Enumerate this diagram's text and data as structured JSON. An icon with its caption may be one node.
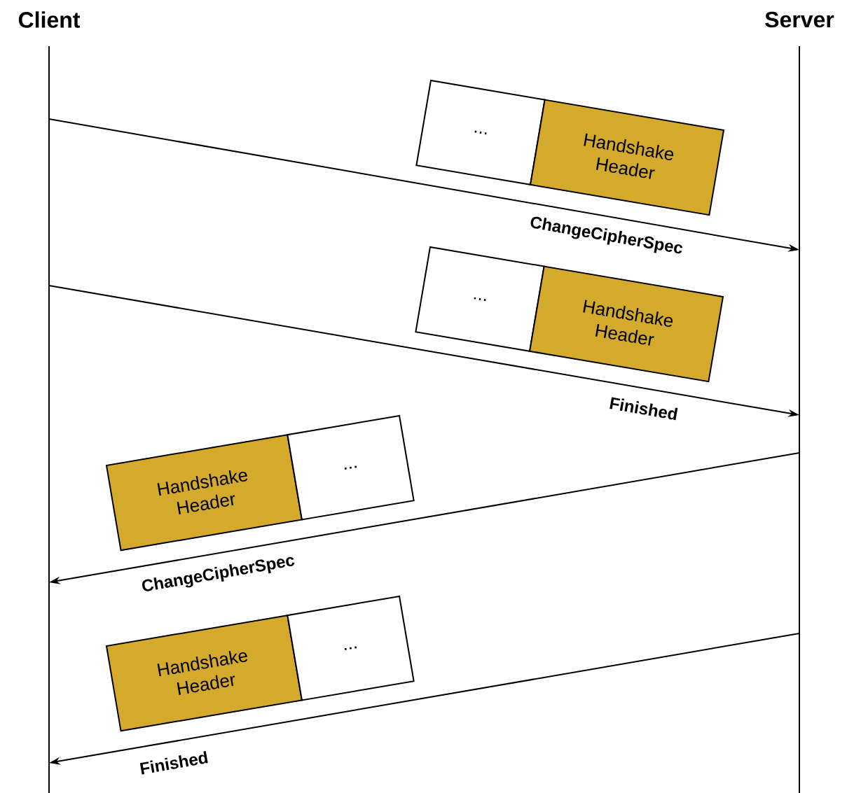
{
  "diagram": {
    "nodes": [
      {
        "text": [
          "Client"
        ]
      },
      {
        "text": [
          "Server"
        ]
      },
      {
        "text": [
          "..."
        ]
      },
      {
        "text": [
          "Handshake Header"
        ]
      },
      {
        "text": [
          "..."
        ]
      },
      {
        "text": [
          "Handshake Header"
        ]
      },
      {
        "text": [
          "Handshake Header"
        ]
      },
      {
        "text": [
          "..."
        ]
      },
      {
        "text": [
          "Handshake Header"
        ]
      },
      {
        "text": [
          "..."
        ]
      }
    ],
    "edges": [
      {
        "from": 0,
        "to": 1,
        "arrow": "to",
        "label": "ChangeCipherSpec"
      },
      {
        "from": 0,
        "to": 1,
        "arrow": "to",
        "label": "Finished"
      },
      {
        "from": 1,
        "to": 0,
        "arrow": "to",
        "label": "ChangeCipherSpec"
      },
      {
        "from": 1,
        "to": 0,
        "arrow": "to",
        "label": "Finished"
      }
    ]
  }
}
